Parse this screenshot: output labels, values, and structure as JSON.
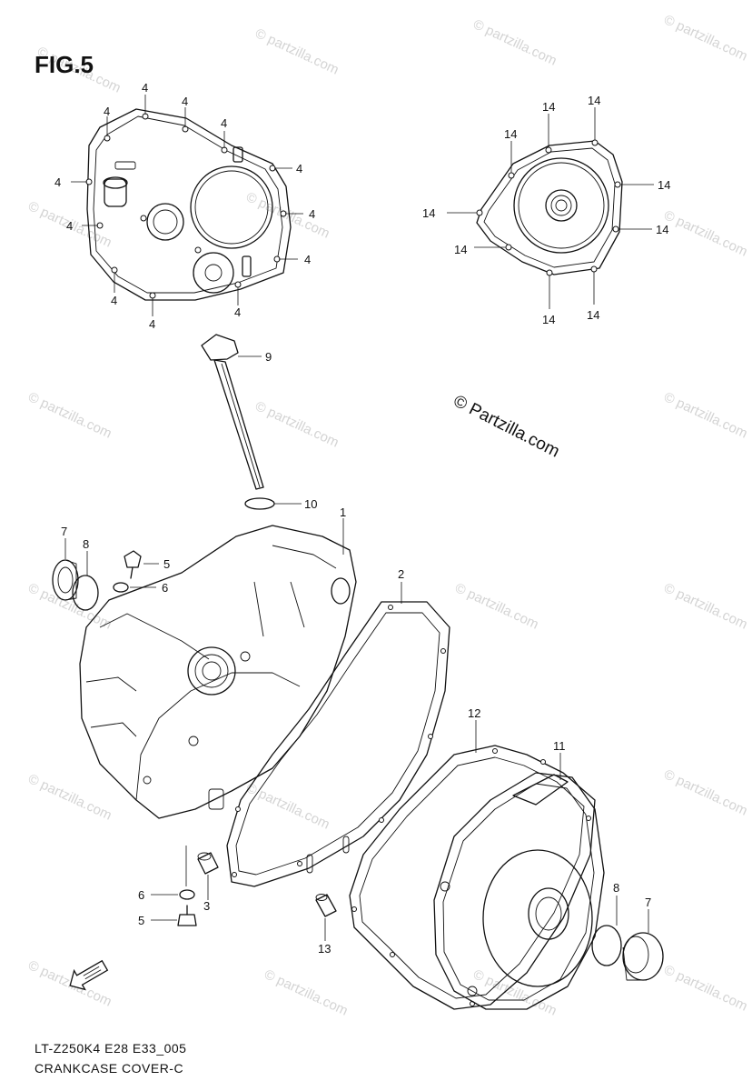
{
  "figure": {
    "title": "FIG.5",
    "diagram_code": "LT-Z250K4 E28 E33_005",
    "caption": "CRANKCASE COVER-C"
  },
  "watermark": {
    "repeated": "© partzilla.com",
    "center": "© Partzilla.com"
  },
  "callouts": {
    "c1": "1",
    "c2": "2",
    "c3": "3",
    "c4": "4",
    "c5": "5",
    "c6": "6",
    "c7": "7",
    "c8": "8",
    "c9": "9",
    "c10": "10",
    "c11": "11",
    "c12": "12",
    "c13": "13",
    "c14": "14"
  },
  "icons": {
    "direction_arrow": "front-direction-arrow-icon"
  }
}
